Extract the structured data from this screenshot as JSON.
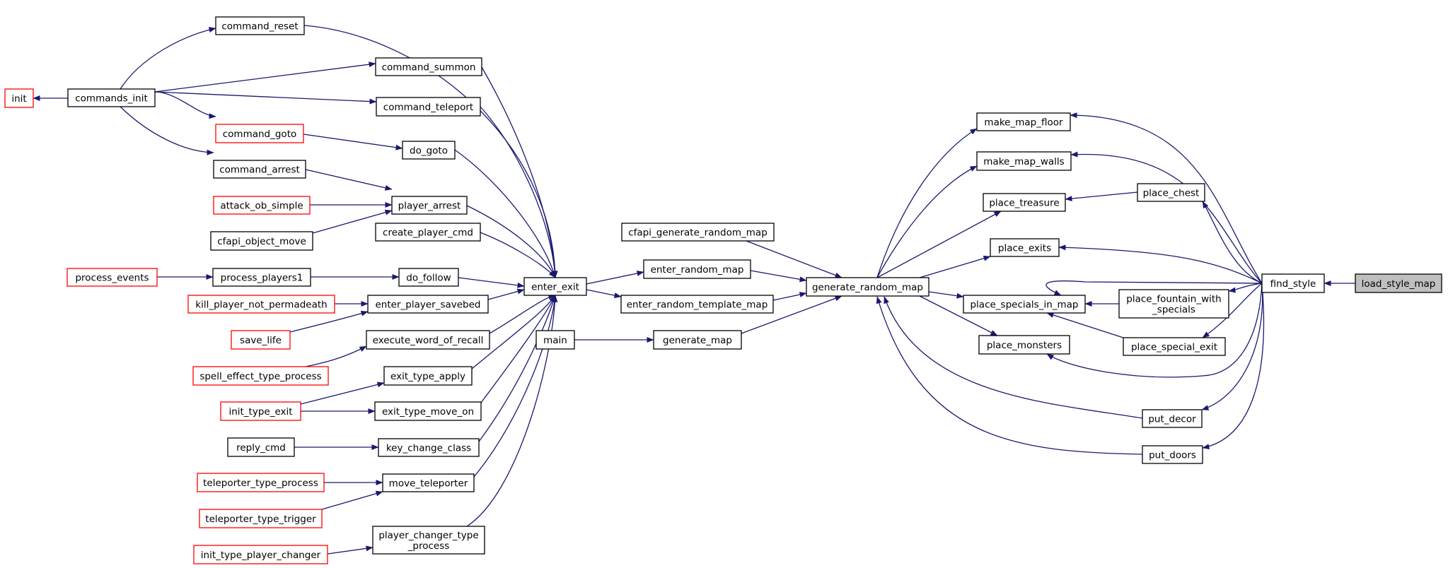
{
  "diagram": {
    "type": "call-graph",
    "colors": {
      "edge": "#191970",
      "node_border": "#000000",
      "truncated_border": "#ff0000",
      "focus_fill": "#bfbfbf"
    },
    "nodes": [
      {
        "id": "n_command_reset",
        "label": [
          "command_reset"
        ]
      },
      {
        "id": "n_command_summon",
        "label": [
          "command_summon"
        ]
      },
      {
        "id": "n_init",
        "label": [
          "init"
        ],
        "truncated": true
      },
      {
        "id": "n_commands_init",
        "label": [
          "commands_init"
        ]
      },
      {
        "id": "n_command_teleport",
        "label": [
          "command_teleport"
        ]
      },
      {
        "id": "n_command_goto",
        "label": [
          "command_goto"
        ],
        "truncated": true
      },
      {
        "id": "n_do_goto",
        "label": [
          "do_goto"
        ]
      },
      {
        "id": "n_command_arrest",
        "label": [
          "command_arrest"
        ]
      },
      {
        "id": "n_attack_ob_simple",
        "label": [
          "attack_ob_simple"
        ],
        "truncated": true
      },
      {
        "id": "n_player_arrest",
        "label": [
          "player_arrest"
        ]
      },
      {
        "id": "n_cfapi_object_move",
        "label": [
          "cfapi_object_move"
        ]
      },
      {
        "id": "n_create_player_cmd",
        "label": [
          "create_player_cmd"
        ]
      },
      {
        "id": "n_process_events",
        "label": [
          "process_events"
        ],
        "truncated": true
      },
      {
        "id": "n_process_players1",
        "label": [
          "process_players1"
        ]
      },
      {
        "id": "n_do_follow",
        "label": [
          "do_follow"
        ]
      },
      {
        "id": "n_enter_exit",
        "label": [
          "enter_exit"
        ]
      },
      {
        "id": "n_kill_player_not_permadeath",
        "label": [
          "kill_player_not_permadeath"
        ],
        "truncated": true
      },
      {
        "id": "n_enter_player_savebed",
        "label": [
          "enter_player_savebed"
        ]
      },
      {
        "id": "n_save_life",
        "label": [
          "save_life"
        ],
        "truncated": true
      },
      {
        "id": "n_execute_word_of_recall",
        "label": [
          "execute_word_of_recall"
        ]
      },
      {
        "id": "n_spell_effect_type_process",
        "label": [
          "spell_effect_type_process"
        ],
        "truncated": true
      },
      {
        "id": "n_exit_type_apply",
        "label": [
          "exit_type_apply"
        ]
      },
      {
        "id": "n_init_type_exit",
        "label": [
          "init_type_exit"
        ],
        "truncated": true
      },
      {
        "id": "n_exit_type_move_on",
        "label": [
          "exit_type_move_on"
        ]
      },
      {
        "id": "n_reply_cmd",
        "label": [
          "reply_cmd"
        ]
      },
      {
        "id": "n_key_change_class",
        "label": [
          "key_change_class"
        ]
      },
      {
        "id": "n_teleporter_type_process",
        "label": [
          "teleporter_type_process"
        ],
        "truncated": true
      },
      {
        "id": "n_move_teleporter",
        "label": [
          "move_teleporter"
        ]
      },
      {
        "id": "n_teleporter_type_trigger",
        "label": [
          "teleporter_type_trigger"
        ],
        "truncated": true
      },
      {
        "id": "n_player_changer_type_process",
        "label": [
          "player_changer_type",
          "_process"
        ]
      },
      {
        "id": "n_init_type_player_changer",
        "label": [
          "init_type_player_changer"
        ],
        "truncated": true
      },
      {
        "id": "n_cfapi_generate_random_map",
        "label": [
          "cfapi_generate_random_map"
        ]
      },
      {
        "id": "n_enter_random_map",
        "label": [
          "enter_random_map"
        ]
      },
      {
        "id": "n_enter_random_template_map",
        "label": [
          "enter_random_template_map"
        ]
      },
      {
        "id": "n_main",
        "label": [
          "main"
        ]
      },
      {
        "id": "n_generate_map",
        "label": [
          "generate_map"
        ]
      },
      {
        "id": "n_generate_random_map",
        "label": [
          "generate_random_map"
        ]
      },
      {
        "id": "n_make_map_floor",
        "label": [
          "make_map_floor"
        ]
      },
      {
        "id": "n_make_map_walls",
        "label": [
          "make_map_walls"
        ]
      },
      {
        "id": "n_place_treasure",
        "label": [
          "place_treasure"
        ]
      },
      {
        "id": "n_place_chest",
        "label": [
          "place_chest"
        ]
      },
      {
        "id": "n_place_exits",
        "label": [
          "place_exits"
        ]
      },
      {
        "id": "n_place_specials_in_map",
        "label": [
          "place_specials_in_map"
        ]
      },
      {
        "id": "n_place_fountain_with_specials",
        "label": [
          "place_fountain_with",
          "_specials"
        ]
      },
      {
        "id": "n_place_monsters",
        "label": [
          "place_monsters"
        ]
      },
      {
        "id": "n_place_special_exit",
        "label": [
          "place_special_exit"
        ]
      },
      {
        "id": "n_put_decor",
        "label": [
          "put_decor"
        ]
      },
      {
        "id": "n_put_doors",
        "label": [
          "put_doors"
        ]
      },
      {
        "id": "n_find_style",
        "label": [
          "find_style"
        ]
      },
      {
        "id": "n_load_style_map",
        "label": [
          "load_style_map"
        ],
        "focus": true
      }
    ]
  }
}
